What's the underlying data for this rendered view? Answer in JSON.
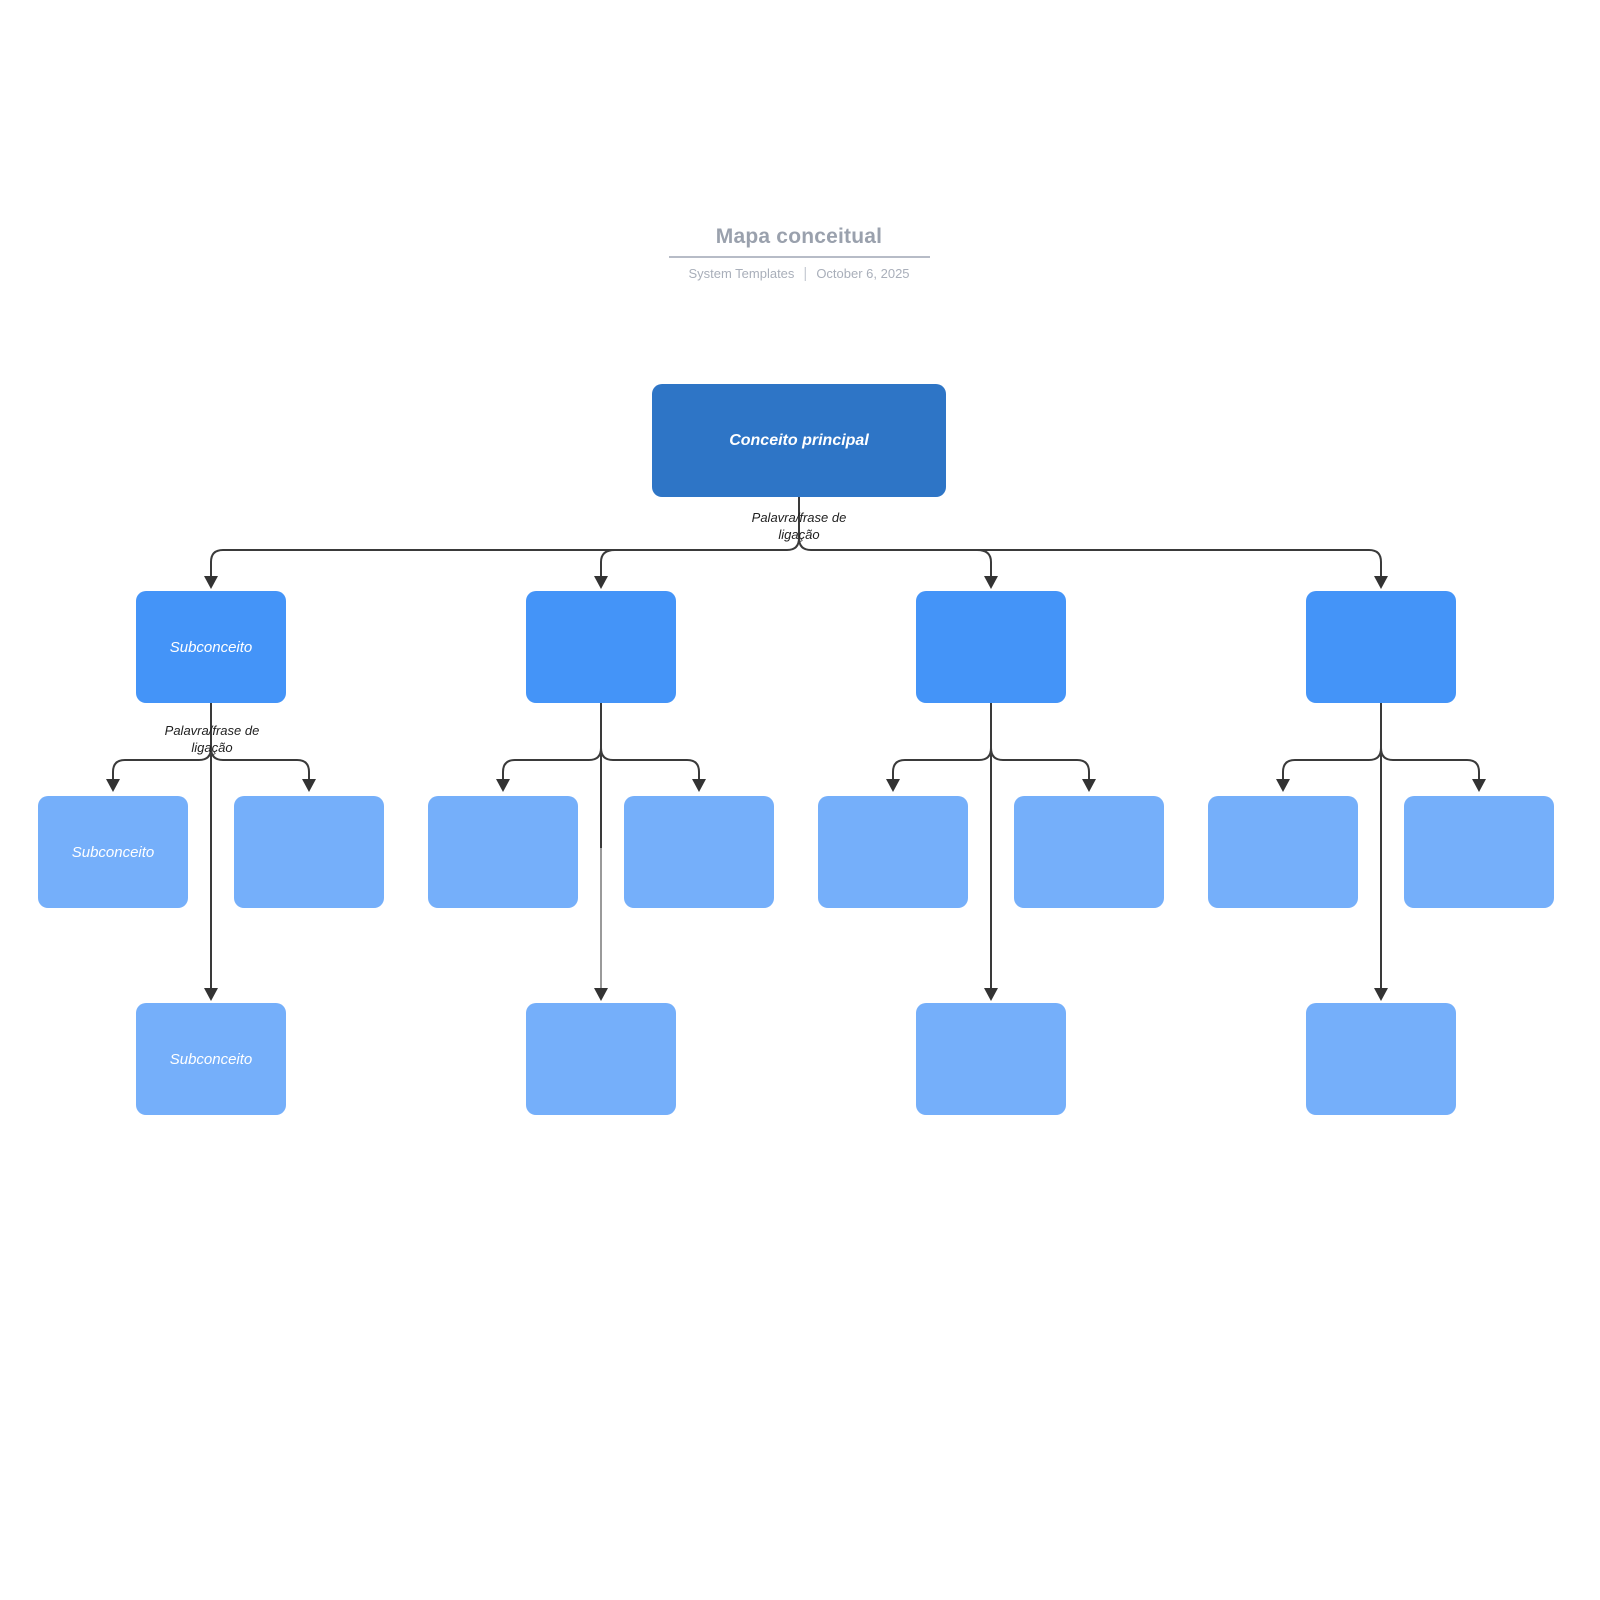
{
  "header": {
    "title": "Mapa conceitual",
    "source": "System Templates",
    "separator": "|",
    "date": "October 6, 2025"
  },
  "colors": {
    "root_fill": "#2e75c6",
    "subconcept_fill": "#4494f8",
    "leaf_fill": "#75affa",
    "connector": "#3a3a3a",
    "connector_light": "#9a9a9a",
    "node_text": "#ffffff",
    "link_label_text": "#1f1f1f",
    "title_text": "#9aa1ad",
    "subtitle_text": "#a9afba",
    "title_rule": "#b7bcc7"
  },
  "diagram": {
    "root": {
      "label": "Conceito principal"
    },
    "root_link_label": "Palavra/frase de ligação",
    "branches": [
      {
        "label": "Subconceito",
        "link_label": "Palavra/frase de ligação",
        "children": [
          "Subconceito",
          ""
        ],
        "grandchild": "Subconceito"
      },
      {
        "label": "",
        "link_label": "",
        "children": [
          "",
          ""
        ],
        "grandchild": ""
      },
      {
        "label": "",
        "link_label": "",
        "children": [
          "",
          ""
        ],
        "grandchild": ""
      },
      {
        "label": "",
        "link_label": "",
        "children": [
          "",
          ""
        ],
        "grandchild": ""
      }
    ]
  }
}
